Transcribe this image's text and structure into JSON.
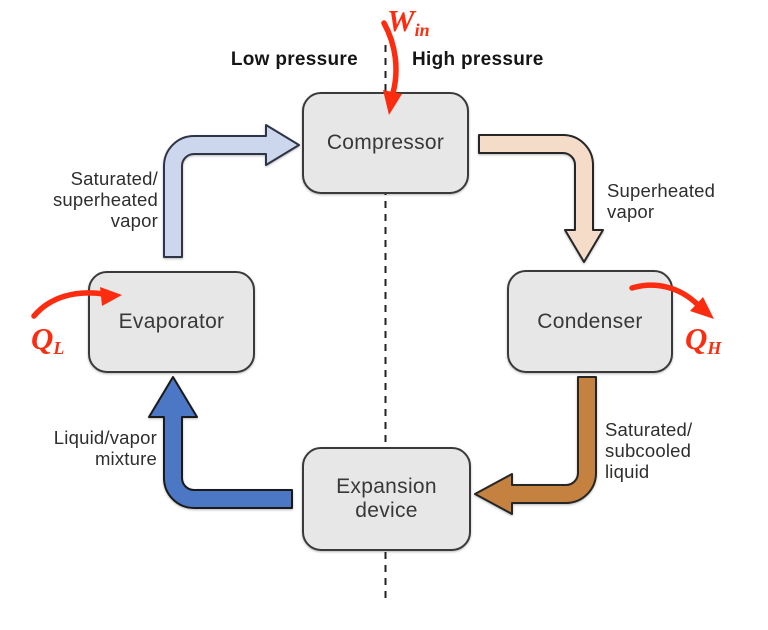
{
  "diagram": {
    "pressure_zones": {
      "low": "Low pressure",
      "high": "High pressure"
    },
    "components": {
      "compressor": "Compressor",
      "condenser": "Condenser",
      "expansion_device": "Expansion\ndevice",
      "evaporator": "Evaporator"
    },
    "stream_labels": {
      "saturated_superheated_vapor": "Saturated/\nsuperheated\nvapor",
      "superheated_vapor": "Superheated\nvapor",
      "saturated_subcooled_liquid": "Saturated/\nsubcooled\nliquid",
      "liquid_vapor_mixture": "Liquid/vapor\nmixture"
    },
    "energy_labels": {
      "work_in": {
        "symbol": "W",
        "subscript": "in"
      },
      "heat_low": {
        "symbol": "Q",
        "subscript": "L"
      },
      "heat_high": {
        "symbol": "Q",
        "subscript": "H"
      }
    },
    "colors": {
      "box_fill": "#e7e7e7",
      "box_border": "#3a3a3a",
      "arrow_sat_vapor": "#ccd7ee",
      "arrow_superheated_vapor": "#f5dcc9",
      "arrow_liquid": "#c5813f",
      "arrow_mixture": "#4b77c5",
      "energy_red": "#fb2c0f"
    }
  }
}
